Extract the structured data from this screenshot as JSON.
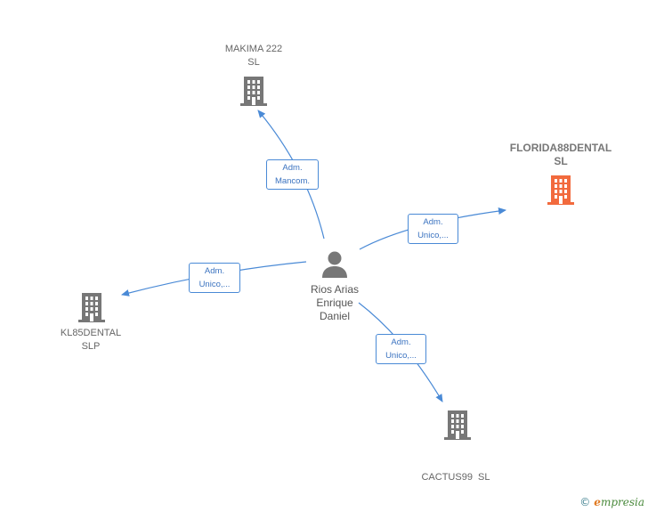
{
  "diagram": {
    "center_person": {
      "name_lines": [
        "Rios Arias",
        "Enrique",
        "Daniel"
      ]
    },
    "companies": [
      {
        "id": "makima",
        "lines": [
          "MAKIMA 222",
          "SL"
        ],
        "highlight": false,
        "color": "#777777"
      },
      {
        "id": "florida",
        "lines": [
          "FLORIDA88DENTAL",
          "SL"
        ],
        "highlight": true,
        "color": "#f26a3d"
      },
      {
        "id": "kl85",
        "lines": [
          "KL85DENTAL",
          "SLP"
        ],
        "highlight": false,
        "color": "#777777"
      },
      {
        "id": "cactus",
        "lines": [
          "CACTUS99  SL"
        ],
        "highlight": false,
        "color": "#777777"
      }
    ],
    "relations": [
      {
        "to": "makima",
        "lines": [
          "Adm.",
          "Mancom."
        ]
      },
      {
        "to": "florida",
        "lines": [
          "Adm.",
          "Unico,..."
        ]
      },
      {
        "to": "kl85",
        "lines": [
          "Adm.",
          "Unico,..."
        ]
      },
      {
        "to": "cactus",
        "lines": [
          "Adm.",
          "Unico,..."
        ]
      }
    ],
    "edge_color": "#4a8ad6"
  },
  "footer": {
    "copyright_symbol": "©",
    "brand_initial": "e",
    "brand_rest": "mpresia"
  }
}
